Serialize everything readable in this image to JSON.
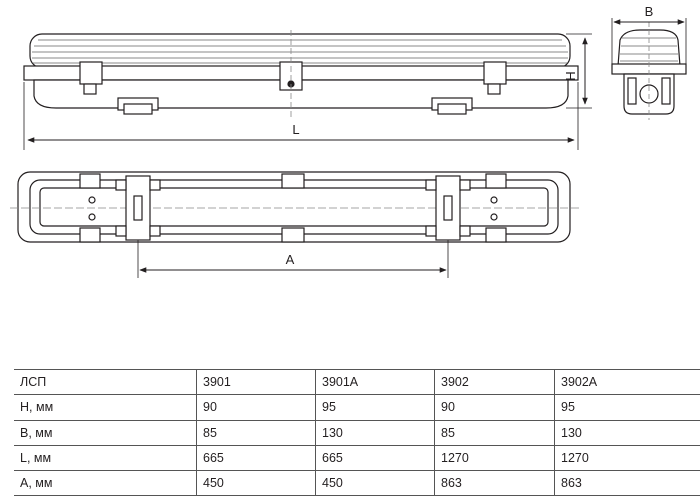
{
  "dimensions": {
    "width_label": "B",
    "height_label": "H",
    "length_label": "L",
    "mount_label": "A"
  },
  "spec_table": {
    "header": [
      "ЛСП",
      "3901",
      "3901A",
      "3902",
      "3902A"
    ],
    "rows": [
      [
        "H, мм",
        "90",
        "95",
        "90",
        "95"
      ],
      [
        "B, мм",
        "85",
        "130",
        "85",
        "130"
      ],
      [
        "L, мм",
        "665",
        "665",
        "1270",
        "1270"
      ],
      [
        "A, мм",
        "450",
        "450",
        "863",
        "863"
      ]
    ]
  }
}
